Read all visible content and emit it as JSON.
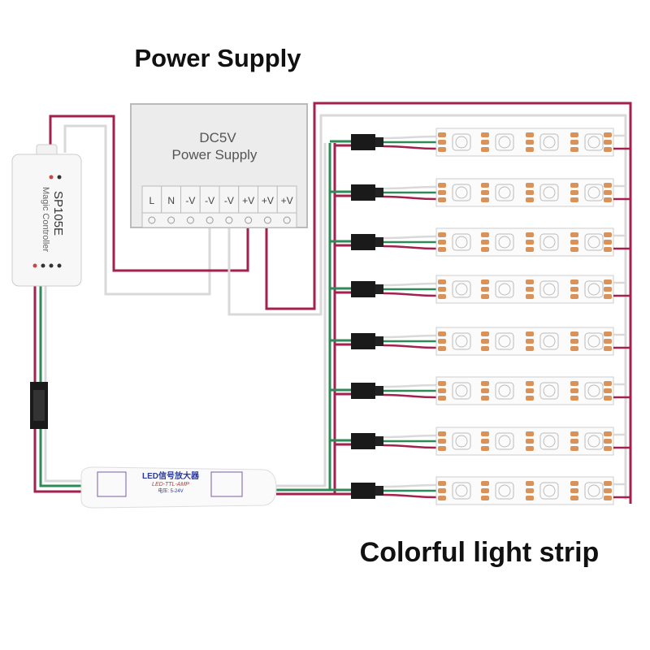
{
  "titles": {
    "power_supply": "Power Supply",
    "strip": "Colorful light strip"
  },
  "power_supply": {
    "line1": "DC5V",
    "line2": "Power Supply",
    "terminals": [
      "L",
      "N",
      "-V",
      "-V",
      "-V",
      "+V",
      "+V",
      "+V"
    ]
  },
  "controller": {
    "model": "SP105E",
    "name": "Magic Controller"
  },
  "amplifier": {
    "title": "LED信号放大器",
    "subtitle": "LED-TTL-AMP",
    "voltage": "电压: 5-24V"
  },
  "strip_count": 8,
  "colors": {
    "red_wire": "#a3204f",
    "gray_wire": "#d9d9d9",
    "green_wire": "#2e8b57",
    "pad": "#d9935a"
  }
}
